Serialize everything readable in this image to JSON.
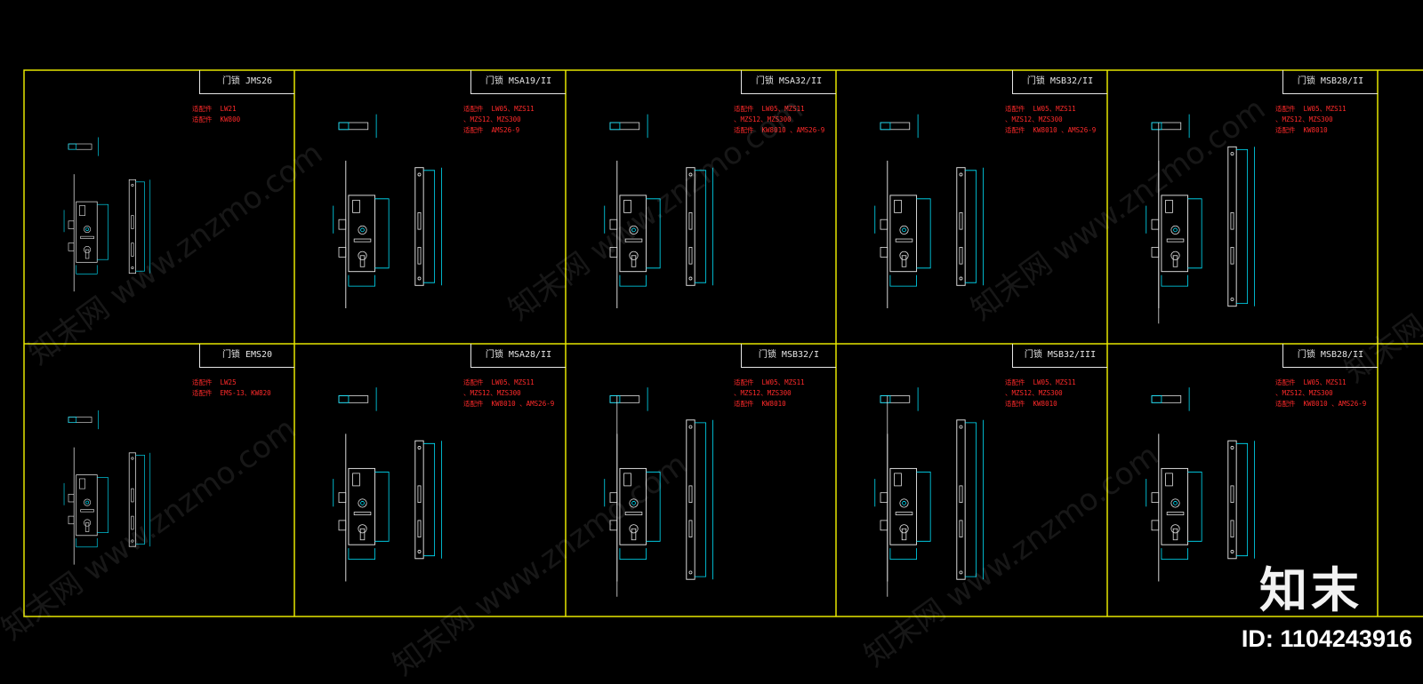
{
  "colors": {
    "background": "#000000",
    "frame": "#e6e600",
    "dimension": "#00e5ff",
    "drawing": "#e6e6e6",
    "notes": "#ff2a2a"
  },
  "cells": [
    {
      "title": "门锁 JMS26",
      "notes": [
        "适配件  LW21",
        "适配件  KW800"
      ]
    },
    {
      "title": "门锁 MSA19/II",
      "notes": [
        "适配件  LW05、MZS11",
        "、MZS12、MZS300",
        "适配件  AMS26-9"
      ]
    },
    {
      "title": "门锁 MSA32/II",
      "notes": [
        "适配件  LW05、MZS11",
        "、MZS12、MZS300",
        "适配件  KW8010 、AMS26-9"
      ]
    },
    {
      "title": "门锁 MSB32/II",
      "notes": [
        "适配件  LW05、MZS11",
        "、MZS12、MZS300",
        "适配件  KW8010 、AMS26-9"
      ]
    },
    {
      "title": "门锁 MSB28/II",
      "notes": [
        "适配件  LW05、MZS11",
        "、MZS12、MZS300",
        "适配件  KW8010"
      ]
    },
    {
      "title": "门锁 EMS20",
      "notes": [
        "适配件  LW25",
        "适配件  EMS-13、KW820"
      ]
    },
    {
      "title": "门锁 MSA28/II",
      "notes": [
        "适配件  LW05、MZS11",
        "、MZS12、MZS300",
        "适配件  KW8010 、AMS26-9"
      ]
    },
    {
      "title": "门锁 MSB32/I",
      "notes": [
        "适配件  LW05、MZS11",
        "、MZS12、MZS300",
        "适配件  KW8010"
      ]
    },
    {
      "title": "门锁 MSB32/III",
      "notes": [
        "适配件  LW05、MZS11",
        "、MZS12、MZS300",
        "适配件  KW8010"
      ]
    },
    {
      "title": "门锁 MSB28/II",
      "notes": [
        "适配件  LW05、MZS11",
        "、MZS12、MZS300",
        "适配件  KW8010 、AMS26-9"
      ]
    }
  ],
  "watermark": "知末网 www.znzmo.com",
  "logo": "知末",
  "id_label": "ID: 1104243916"
}
